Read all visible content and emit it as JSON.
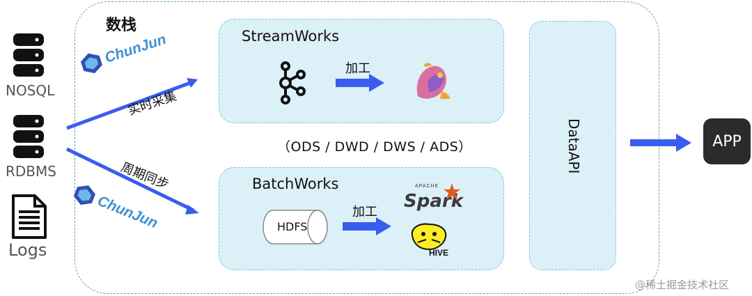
{
  "platform": {
    "title": "数栈"
  },
  "sources": [
    {
      "label": "NOSQL",
      "icon": "database-icon"
    },
    {
      "label": "RDBMS",
      "icon": "database-icon"
    },
    {
      "label": "Logs",
      "icon": "document-icon"
    }
  ],
  "chunjun": {
    "logo_text": "ChunJun",
    "realtime_label": "实时采集",
    "batch_label": "周期同步"
  },
  "streamworks": {
    "title": "StreamWorks",
    "process_label": "加工",
    "source_icon": "kafka-icon",
    "target_icon": "flink-icon"
  },
  "layers": "（ODS / DWD / DWS / ADS）",
  "batchworks": {
    "title": "BatchWorks",
    "storage_label": "HDFS",
    "process_label": "加工",
    "engines": [
      {
        "icon": "spark-icon",
        "apache_text": "APACHE",
        "text": "Spark"
      },
      {
        "icon": "hive-icon",
        "text": "HIVE"
      }
    ]
  },
  "dataapi": {
    "label": "DataAPI"
  },
  "app": {
    "label": "APP"
  },
  "watermark": "@稀土掘金技术社区",
  "colors": {
    "arrow": "#3a5cf0",
    "box_fill": "#dcf0f8",
    "frame_border": "#5fa79a"
  }
}
